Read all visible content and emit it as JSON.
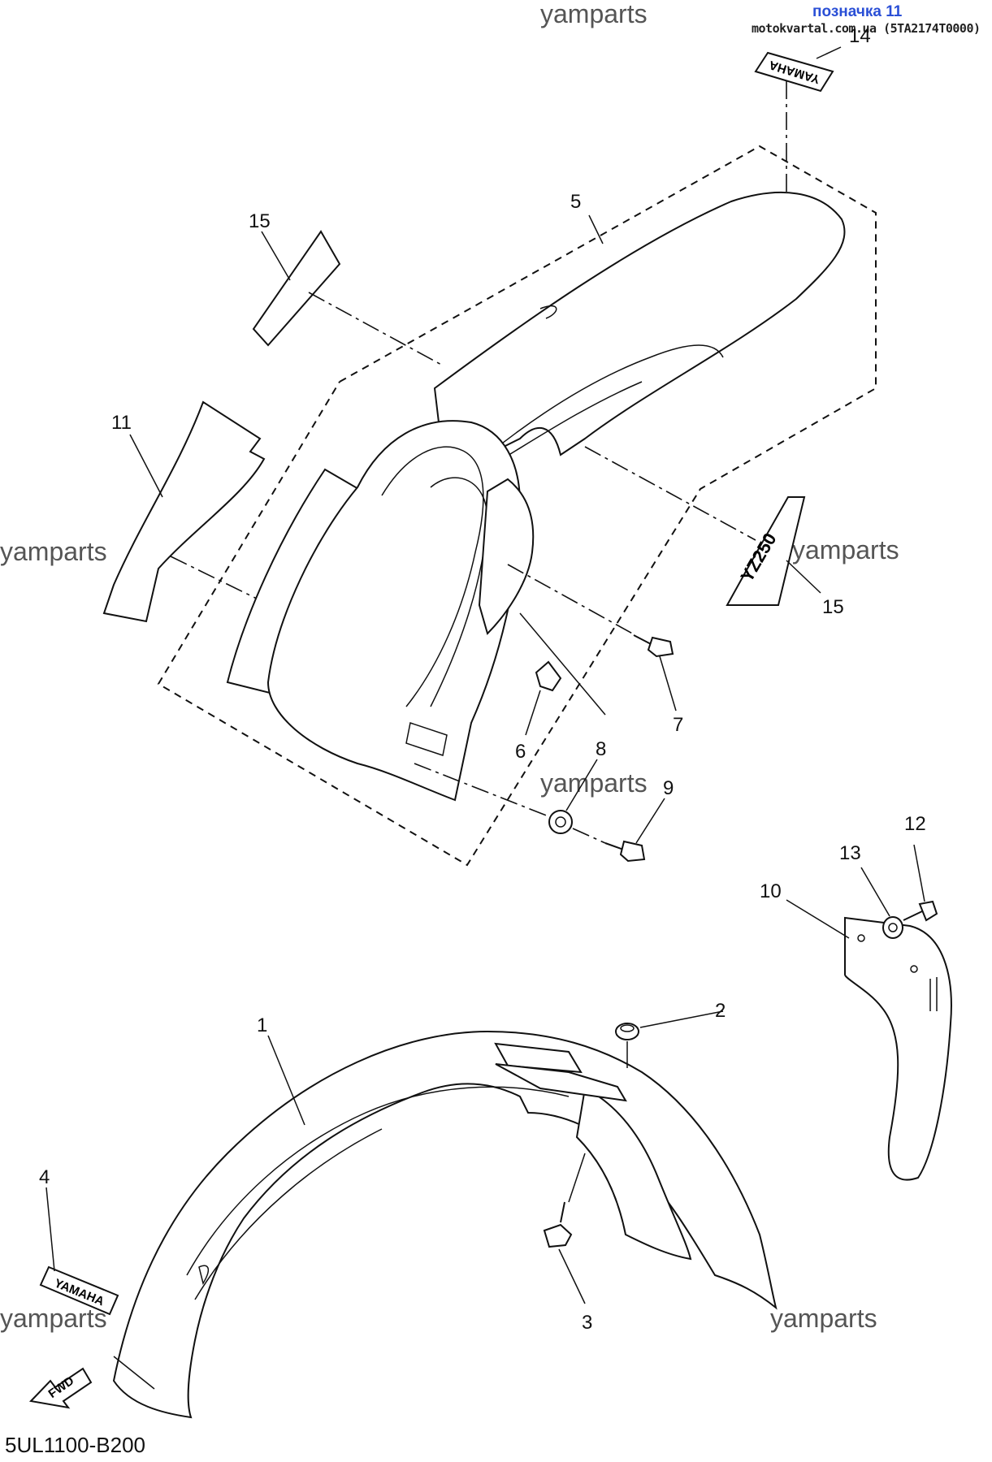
{
  "header": {
    "label": "позначка 11",
    "source": "motokvartal.com.ua (5TA2174T0000)",
    "label_color": "#2a4fd6"
  },
  "watermark": "yamparts",
  "decals": {
    "brand": "YAMAHA",
    "model": "YZ250"
  },
  "fwd_arrow": "FWD",
  "diagram_code": "5UL1100-B200",
  "callouts": {
    "c1": "1",
    "c2": "2",
    "c3": "3",
    "c4": "4",
    "c5": "5",
    "c6": "6",
    "c7": "7",
    "c8": "8",
    "c9": "9",
    "c10": "10",
    "c11": "11",
    "c12": "12",
    "c13": "13",
    "c14": "14",
    "c15a": "15",
    "c15b": "15"
  }
}
